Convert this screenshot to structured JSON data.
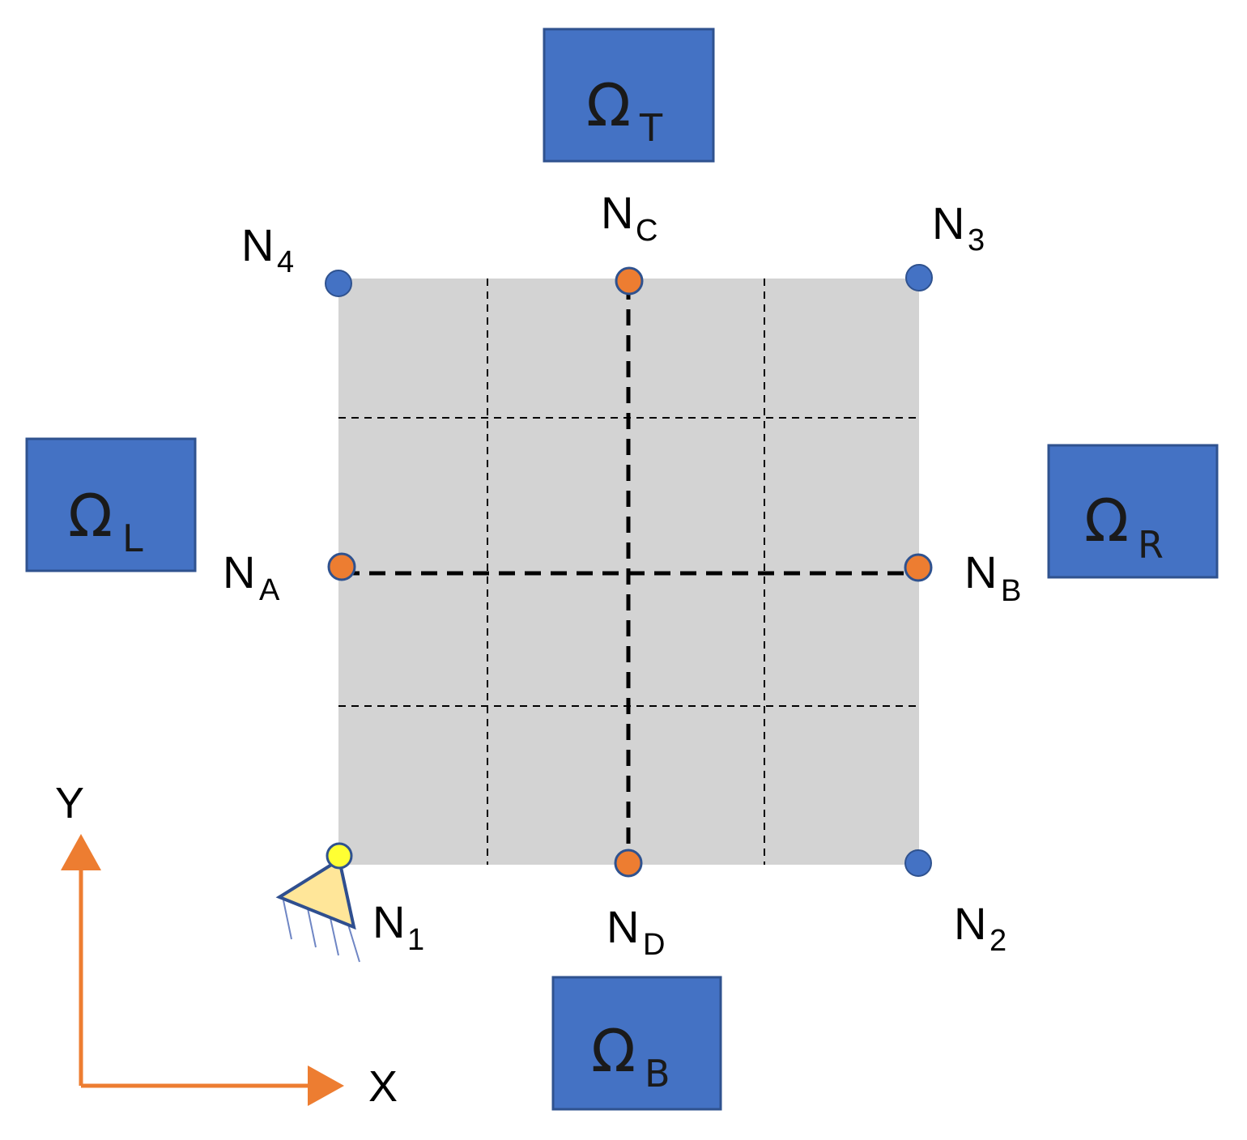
{
  "colors": {
    "background": "#ffffff",
    "plate_fill": "#d3d3d3",
    "region_box_fill": "#4472c4",
    "region_box_stroke": "#2f528f",
    "corner_node": "#4472c4",
    "mid_node": "#ed7d31",
    "support_node": "#ffff33",
    "support_fill": "#ffe699",
    "support_stroke": "#2f4f8f",
    "axis_arrow": "#ed7d31",
    "grid_line": "#000000"
  },
  "regions": {
    "top": {
      "symbol": "Ω",
      "subscript": "T"
    },
    "left": {
      "symbol": "Ω",
      "subscript": "L"
    },
    "right": {
      "symbol": "Ω",
      "subscript": "R"
    },
    "bottom": {
      "symbol": "Ω",
      "subscript": "B"
    }
  },
  "nodes": {
    "n1": {
      "letter": "N",
      "subscript": "1"
    },
    "n2": {
      "letter": "N",
      "subscript": "2"
    },
    "n3": {
      "letter": "N",
      "subscript": "3"
    },
    "n4": {
      "letter": "N",
      "subscript": "4"
    },
    "na": {
      "letter": "N",
      "subscript": "A"
    },
    "nb": {
      "letter": "N",
      "subscript": "B"
    },
    "nc": {
      "letter": "N",
      "subscript": "C"
    },
    "nd": {
      "letter": "N",
      "subscript": "D"
    }
  },
  "axes": {
    "x_label": "X",
    "y_label": "Y"
  },
  "icons": {
    "support": "pin-support-icon"
  }
}
